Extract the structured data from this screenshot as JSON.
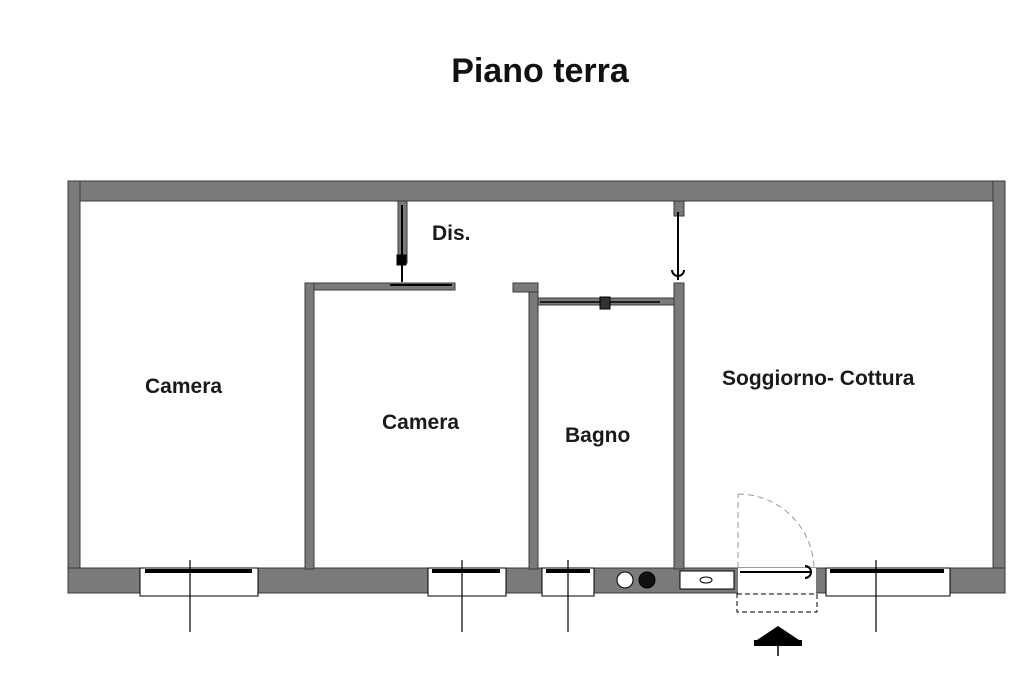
{
  "title": "Piano terra",
  "rooms": {
    "corridor": "Dis.",
    "bedroom_left": "Camera",
    "bedroom_middle": "Camera",
    "bathroom": "Bagno",
    "living_kitchen": "Soggiorno- Cottura"
  },
  "colors": {
    "wall": "#7a7a7a",
    "wall_outline": "#3a3a3a",
    "line": "#000000",
    "background": "#ffffff"
  }
}
